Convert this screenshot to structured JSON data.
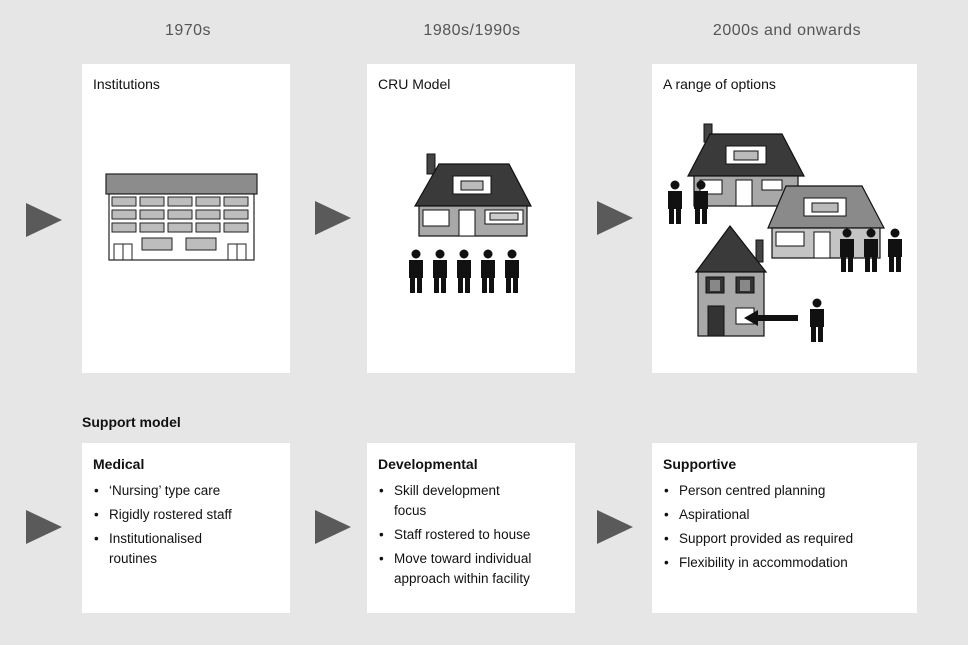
{
  "eras": [
    "1970s",
    "1980s/1990s",
    "2000s and onwards"
  ],
  "panels": [
    {
      "title": "Institutions"
    },
    {
      "title": "CRU Model"
    },
    {
      "title": "A range of options"
    }
  ],
  "support_label": "Support model",
  "cards": [
    {
      "heading": "Medical",
      "items": [
        "‘Nursing’ type care",
        "Rigidly rostered staff",
        "Institutionalised routines"
      ]
    },
    {
      "heading": "Developmental",
      "items": [
        "Skill development focus",
        "Staff rostered to house",
        "Move toward individual approach within facility"
      ]
    },
    {
      "heading": "Supportive",
      "items": [
        "Person centred planning",
        "Aspirational",
        "Support provided as required",
        "Flexibility in accommodation"
      ]
    }
  ]
}
